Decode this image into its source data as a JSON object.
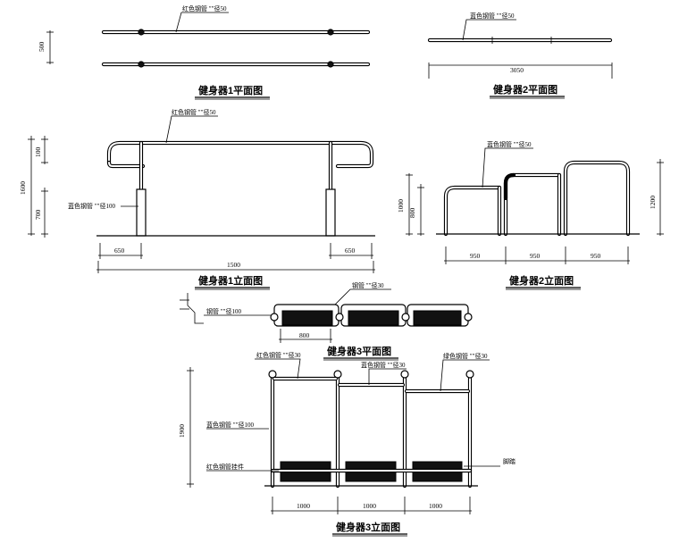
{
  "titles": {
    "plan1": "健身器1平面图",
    "plan2": "健身器2平面图",
    "elev1": "健身器1立面图",
    "elev2": "健身器2立面图",
    "plan3": "健身器3平面图",
    "elev3": "健身器3立面图"
  },
  "labels": {
    "plan1_pipe": "红色钢管 \"\"径50",
    "plan2_pipe": "蓝色钢管 \"\"径50",
    "elev1_top": "红色钢管 \"\"径50",
    "elev1_post": "蓝色钢管 \"\"径100",
    "elev2_pipe": "蓝色钢管 \"\"径50",
    "plan3_top": "钢管 \"\"径30",
    "plan3_post": "钢管 \"\"径100",
    "elev3_red": "红色钢管 \"\"径30",
    "elev3_blue": "蓝色钢管 \"\"径30",
    "elev3_green": "绿色钢管 \"\"径30",
    "elev3_post": "蓝色钢管 \"\"径100",
    "elev3_pedal": "红色钢管挂件",
    "elev3_foot": "脚踏"
  },
  "dims": {
    "plan1_500": "500",
    "plan2_3050": "3050",
    "elev1_1600": "1600",
    "elev1_100": "100",
    "elev1_700": "700",
    "elev1_650a": "650",
    "elev1_650b": "650",
    "elev1_1500": "1500",
    "elev2_1000": "1000",
    "elev2_800": "800",
    "elev2_1200": "1200",
    "elev2_950a": "950",
    "elev2_950b": "950",
    "elev2_950c": "950",
    "plan3_800": "800",
    "elev3_1900": "1900",
    "elev3_1000a": "1000",
    "elev3_1000b": "1000",
    "elev3_1000c": "1000"
  }
}
